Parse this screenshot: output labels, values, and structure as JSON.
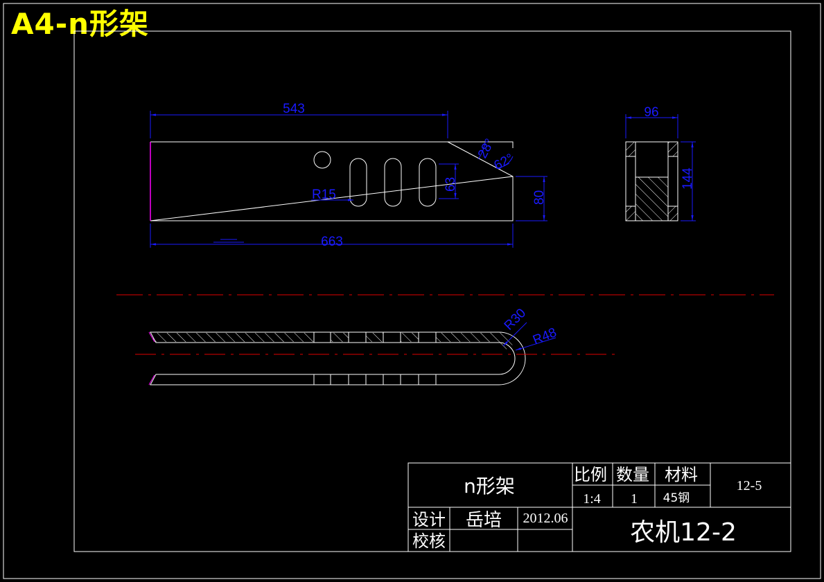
{
  "sheet_title": "A4-n形架",
  "dimensions": {
    "top_length": "543",
    "bottom_length": "663",
    "angle_1": "28°",
    "angle_2": "62°",
    "slot_height": "63",
    "end_height": "80",
    "hole_radius": "R15",
    "section_width": "96",
    "section_height": "144",
    "bend_inner_radius": "R30",
    "bend_outer_radius": "R48"
  },
  "title_block": {
    "part_name": "n形架",
    "scale_label": "比例",
    "scale_value": "1:4",
    "quantity_label": "数量",
    "quantity_value": "1",
    "material_label": "材料",
    "material_value": "45钢",
    "drawing_number": "12-5",
    "design_label": "设计",
    "designer": "岳培",
    "date": "2012.06",
    "check_label": "校核",
    "project": "农机12-2"
  },
  "colors": {
    "title": "#ffff00",
    "outline": "#ffffff",
    "dimension": "#1a1aff",
    "centerline": "#e00000",
    "edge": "#ff00ff"
  }
}
